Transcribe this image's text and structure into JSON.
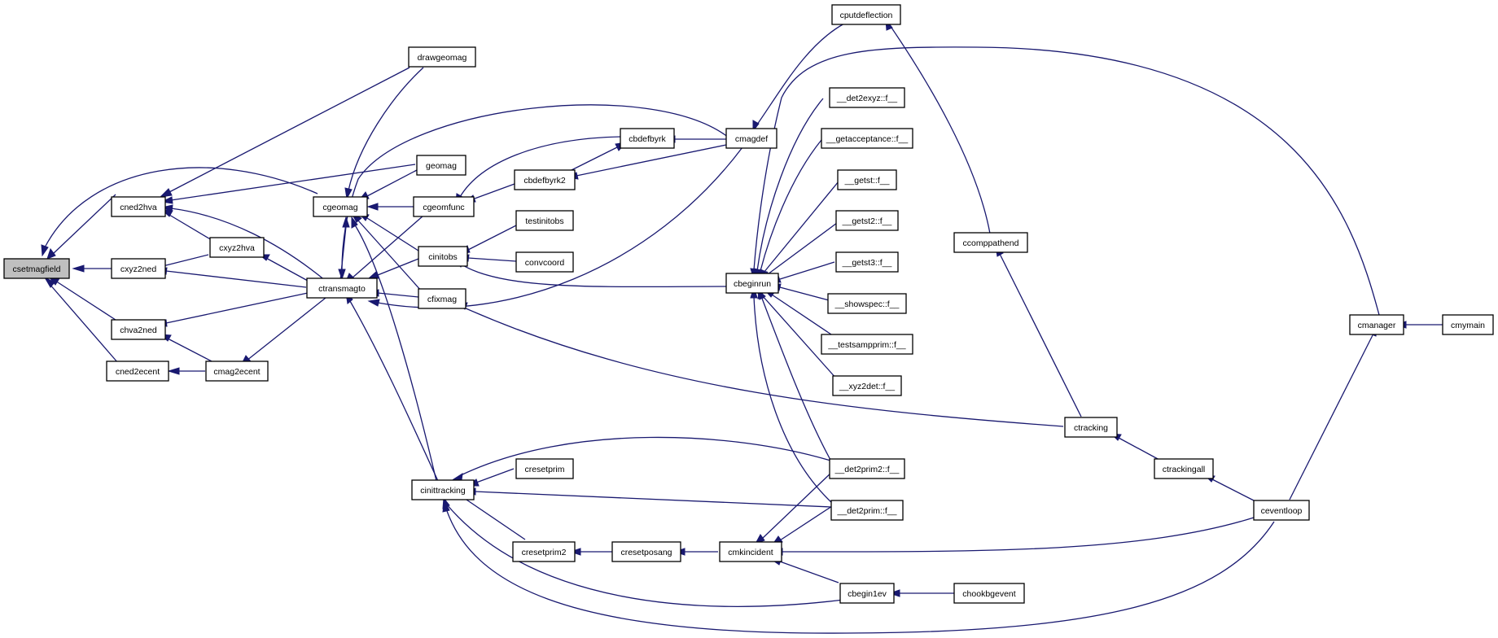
{
  "colors": {
    "edge": "#191970",
    "node_border": "#000000",
    "node_fill": "#ffffff",
    "highlight_fill": "#bfbfbf",
    "background": "#ffffff"
  },
  "nodes": {
    "csetmagfield": "csetmagfield",
    "cned2hva": "cned2hva",
    "cxyz2ned": "cxyz2ned",
    "chva2ned": "chva2ned",
    "cned2ecent": "cned2ecent",
    "cxyz2hva": "cxyz2hva",
    "cmag2ecent": "cmag2ecent",
    "cgeomag": "cgeomag",
    "ctransmagto": "ctransmagto",
    "drawgeomag": "drawgeomag",
    "geomag": "geomag",
    "cgeomfunc": "cgeomfunc",
    "cinitobs": "cinitobs",
    "cfixmag": "cfixmag",
    "cinittracking": "cinittracking",
    "cbdefbyrk": "cbdefbyrk",
    "cbdefbyrk2": "cbdefbyrk2",
    "testinitobs": "testinitobs",
    "convcoord": "convcoord",
    "cresetprim": "cresetprim",
    "cresetprim2": "cresetprim2",
    "cresetposang": "cresetposang",
    "cmagdef": "cmagdef",
    "cbeginrun": "cbeginrun",
    "cmkincident": "cmkincident",
    "cputdeflection": "cputdeflection",
    "det2exyz": "__det2exyz::f__",
    "getacceptance": "__getacceptance::f__",
    "getst": "__getst::f__",
    "getst2": "__getst2::f__",
    "getst3": "__getst3::f__",
    "showspec": "__showspec::f__",
    "testsampprim": "__testsampprim::f__",
    "xyz2det": "__xyz2det::f__",
    "det2prim2": "__det2prim2::f__",
    "det2prim": "__det2prim::f__",
    "cbegin1ev": "cbegin1ev",
    "chookbgevent": "chookbgevent",
    "ccomppathend": "ccomppathend",
    "ctracking": "ctracking",
    "ctrackingall": "ctrackingall",
    "ceventloop": "ceventloop",
    "cmanager": "cmanager",
    "cmymain": "cmymain"
  }
}
